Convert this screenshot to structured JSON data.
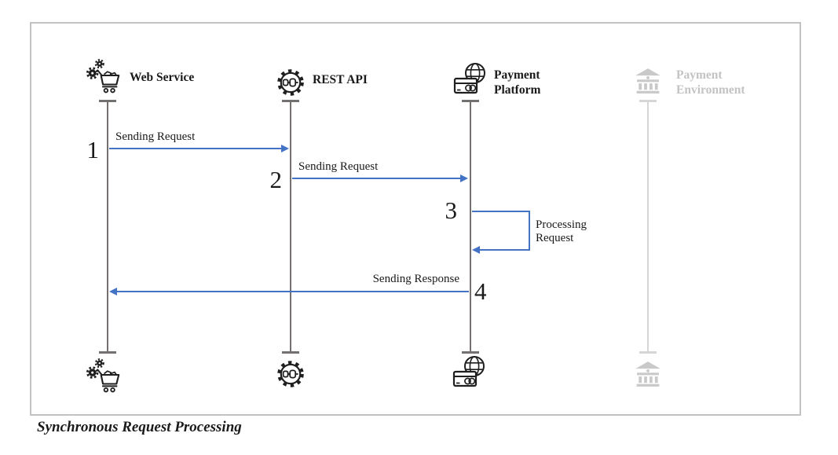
{
  "diagram": {
    "caption": "Synchronous Request Processing",
    "actors": [
      {
        "label": "Web Service",
        "icon": "cart-gears-icon",
        "muted": false
      },
      {
        "label": "REST API",
        "icon": "gear-plug-icon",
        "muted": false
      },
      {
        "label": "Payment Platform",
        "icon": "globe-card-icon",
        "muted": false
      },
      {
        "label": "Payment Environment",
        "icon": "bank-icon",
        "muted": true
      }
    ],
    "messages": [
      {
        "step": "1",
        "label": "Sending Request",
        "from": "Web Service",
        "to": "REST API"
      },
      {
        "step": "2",
        "label": "Sending Request",
        "from": "REST API",
        "to": "Payment Platform"
      },
      {
        "step": "3",
        "label": "Processing Request",
        "from": "Payment Platform",
        "to": "Payment Platform"
      },
      {
        "step": "4",
        "label": "Sending Response",
        "from": "Payment Platform",
        "to": "Web Service"
      }
    ],
    "colors": {
      "arrow": "#4472c4",
      "lifeline": "#757070",
      "muted": "#c9c9c9",
      "frame_border": "#c2c2c2"
    }
  }
}
